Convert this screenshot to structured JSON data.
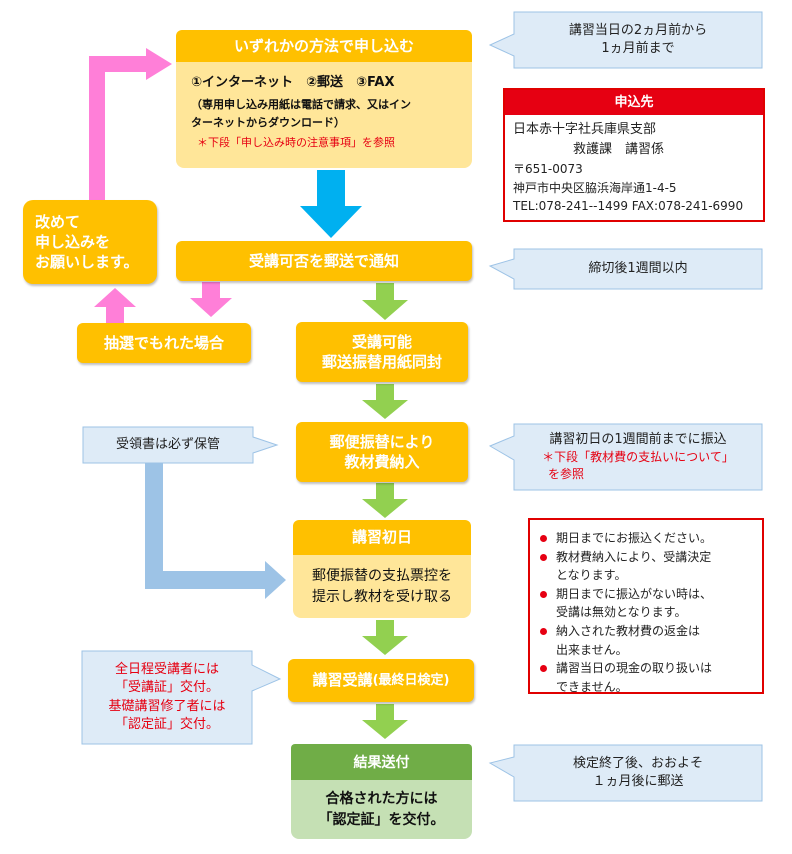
{
  "step_apply": {
    "title": "いずれかの方法で申し込む",
    "methods": "①インターネット　②郵送　③FAX",
    "note_line1": "（専用申し込み用紙は電話で請求、又はイン",
    "note_line2": "ターネットからダウンロード）",
    "caution": "＊下段「申し込み時の注意事項」を参照"
  },
  "callout_apply_period": {
    "line1": "講習当日の2ヵ月前から",
    "line2": "1ヵ月前まで"
  },
  "contact": {
    "header": "申込先",
    "org_line1": "日本赤十字社兵庫県支部",
    "org_line2": "救護課　講習係",
    "postal": "〒651-0073",
    "address": "神戸市中央区脇浜海岸通1-4-5",
    "tel_fax": "TEL:078-241--1499 FAX:078-241-6990"
  },
  "reapply": {
    "line1": "改めて",
    "line2": "申し込みを",
    "line3": "お願いします。"
  },
  "step_notify": {
    "label": "受講可否を郵送で通知"
  },
  "callout_notify": {
    "text": "締切後1週間以内"
  },
  "lottery_fail": {
    "label": "抽選でもれた場合"
  },
  "step_accepted": {
    "line1": "受講可能",
    "line2": "郵送振替用紙同封"
  },
  "receipt_note": {
    "text": "受領書は必ず保管"
  },
  "step_payment": {
    "line1": "郵便振替により",
    "line2": "教材費納入"
  },
  "callout_payment": {
    "line1": "講習初日の1週間前までに振込",
    "caution_line1": "＊下段「教材費の支払いについて」",
    "caution_line2": "を参照"
  },
  "payment_notes": [
    [
      "期日までにお振込ください。"
    ],
    [
      "教材費納入により、受講決定",
      "となります。"
    ],
    [
      "期日までに振込がない時は、",
      "受講は無効となります。"
    ],
    [
      "納入された教材費の返金は",
      "出来ません。"
    ],
    [
      "講習当日の現金の取り扱いは",
      "できません。"
    ]
  ],
  "step_first_day": {
    "title": "講習初日",
    "body_line1": "郵便振替の支払票控を",
    "body_line2": "提示し教材を受け取る"
  },
  "callout_certificate": {
    "line1": "全日程受講者には",
    "line2": "「受講証」交付。",
    "line3": "基礎講習修了者には",
    "line4": "「認定証」交付。"
  },
  "step_course": {
    "main": "講習受講",
    "paren": "(最終日検定)"
  },
  "step_result": {
    "title": "結果送付",
    "body_line1": "合格された方には",
    "body_line2": "「認定証」を交付。"
  },
  "callout_result": {
    "line1": "検定終了後、おおよそ",
    "line2": "１ヵ月後に郵送"
  },
  "colors": {
    "orange": "#ffc000",
    "cream": "#ffe699",
    "green_arrow": "#92d050",
    "blue_arrow": "#00b0f0",
    "pink_arrow": "#ff7fd8",
    "light_blue_arrow": "#9dc3e6",
    "callout_fill": "#deebf7",
    "red": "#e60012"
  }
}
